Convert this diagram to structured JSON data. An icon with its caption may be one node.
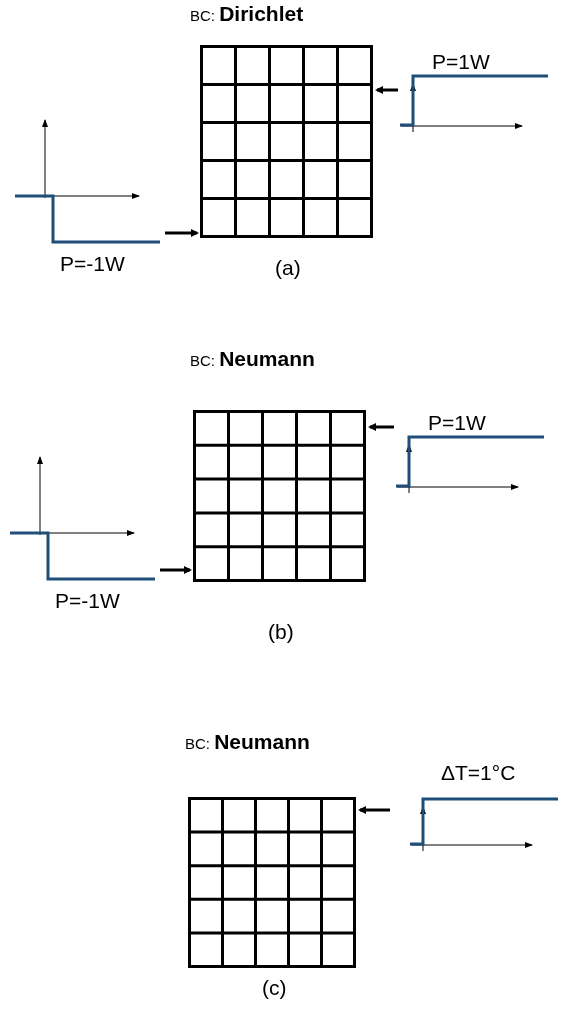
{
  "diagram": {
    "nodes": [
      {
        "text": [],
        "shape": "box",
        "beside": [
          "(a)"
        ]
      },
      {
        "text": [],
        "shape": "picture",
        "beside": [
          "P=1W"
        ]
      },
      {
        "text": [],
        "shape": "picture",
        "beside": [
          "P=-1W"
        ]
      },
      {
        "text": [],
        "shape": "box",
        "beside": [
          "(b)"
        ]
      },
      {
        "text": [],
        "shape": "picture",
        "beside": [
          "P=1W"
        ]
      },
      {
        "text": [],
        "shape": "picture",
        "beside": [
          "P=-1W"
        ]
      },
      {
        "text": [],
        "shape": "box",
        "beside": [
          "(c)"
        ]
      },
      {
        "text": [],
        "shape": "picture",
        "beside": [
          "ΔT=1°C"
        ]
      }
    ],
    "edges": [
      {
        "from": 1,
        "to": 0,
        "arrow": "to"
      },
      {
        "from": 2,
        "to": 0,
        "arrow": "to"
      },
      {
        "from": 4,
        "to": 3,
        "arrow": "to"
      },
      {
        "from": 5,
        "to": 3,
        "arrow": "to"
      },
      {
        "from": 7,
        "to": 6,
        "arrow": "to"
      }
    ],
    "labels": [
      "BC: **Dirichlet**",
      "BC: **Neumann**",
      "BC: **Neumann**"
    ]
  }
}
